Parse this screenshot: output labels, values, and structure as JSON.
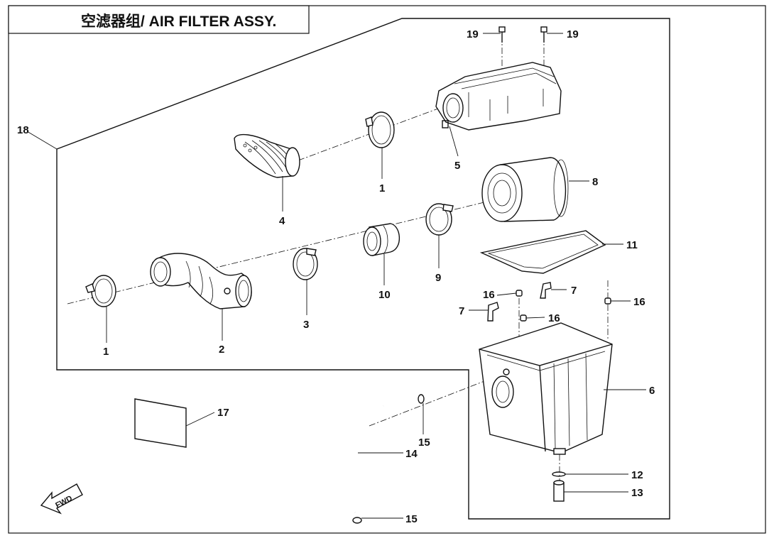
{
  "title": "空滤器组/ AIR FILTER ASSY.",
  "fwd_label": "FWD",
  "callouts": {
    "c1a": "1",
    "c1b": "1",
    "c2": "2",
    "c3": "3",
    "c4": "4",
    "c5": "5",
    "c6": "6",
    "c7a": "7",
    "c7b": "7",
    "c8": "8",
    "c9": "9",
    "c10": "10",
    "c11": "11",
    "c12": "12",
    "c13": "13",
    "c14": "14",
    "c15a": "15",
    "c15b": "15",
    "c16a": "16",
    "c16b": "16",
    "c16c": "16",
    "c17": "17",
    "c18": "18",
    "c19a": "19",
    "c19b": "19"
  },
  "parts": [
    {
      "id": "clamp-1",
      "icon": "hose-clamp-icon"
    },
    {
      "id": "inlet-duct-2",
      "icon": "bent-duct-icon"
    },
    {
      "id": "clamp-3",
      "icon": "hose-clamp-icon"
    },
    {
      "id": "inlet-bellows-4",
      "icon": "bellows-icon"
    },
    {
      "id": "cover-5",
      "icon": "box-cover-icon"
    },
    {
      "id": "housing-6",
      "icon": "box-housing-icon"
    },
    {
      "id": "fitting-7",
      "icon": "elbow-fitting-icon"
    },
    {
      "id": "filter-element-8",
      "icon": "cylinder-filter-icon"
    },
    {
      "id": "clamp-9",
      "icon": "hose-clamp-icon"
    },
    {
      "id": "connector-10",
      "icon": "sleeve-icon"
    },
    {
      "id": "gasket-11",
      "icon": "gasket-icon"
    },
    {
      "id": "o-ring-12",
      "icon": "o-ring-icon"
    },
    {
      "id": "drain-plug-13",
      "icon": "plug-icon"
    },
    {
      "id": "drain-hose-14",
      "icon": "hose-icon"
    },
    {
      "id": "clip-15",
      "icon": "clip-icon"
    },
    {
      "id": "grommet-16",
      "icon": "grommet-icon"
    },
    {
      "id": "label-17",
      "icon": "label-sheet-icon"
    },
    {
      "id": "intake-assy-18",
      "icon": "assembly-outline-icon"
    },
    {
      "id": "bolt-19",
      "icon": "bolt-icon"
    }
  ],
  "colors": {
    "line": "#111111",
    "background": "#ffffff"
  }
}
